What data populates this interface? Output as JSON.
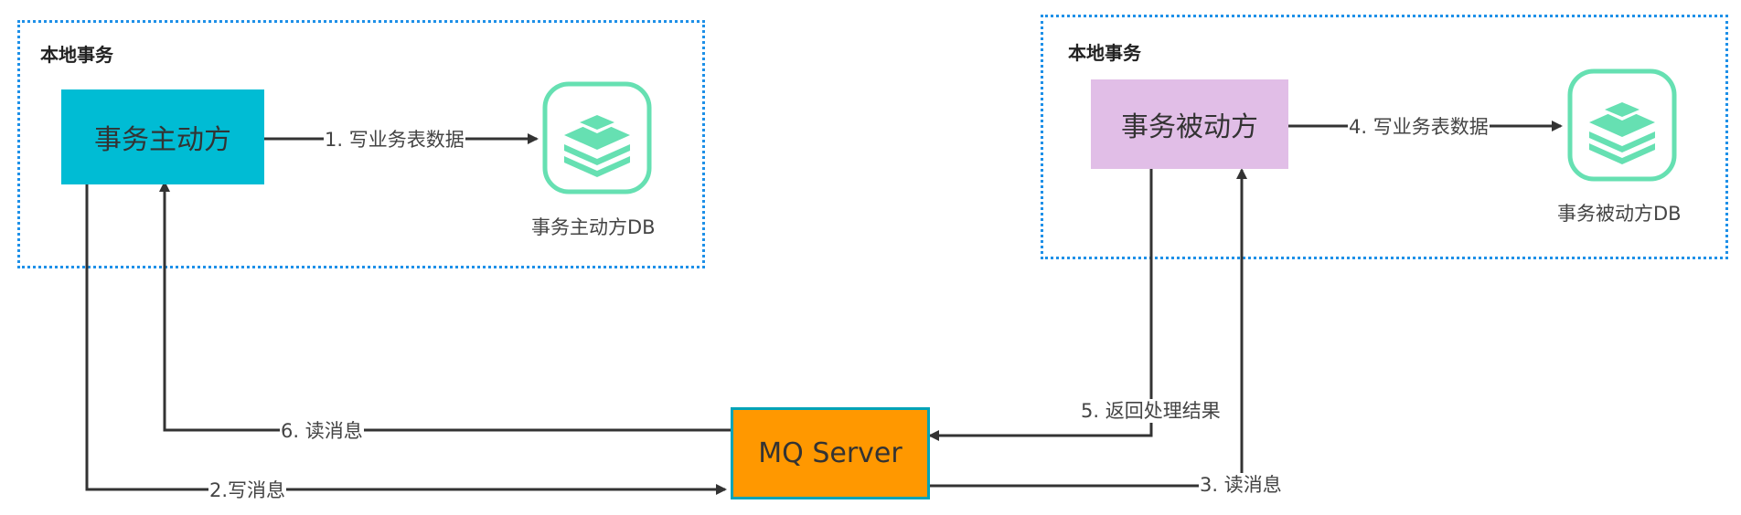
{
  "regions": {
    "left": {
      "label": "本地事务"
    },
    "right": {
      "label": "本地事务"
    }
  },
  "nodes": {
    "initiator": {
      "label": "事务主动方",
      "fill": "#00bcd4"
    },
    "participant": {
      "label": "事务被动方",
      "fill": "#e1bee7"
    },
    "mq": {
      "label": "MQ Server",
      "fill": "#ff9800",
      "border": "#00a3b8"
    },
    "initiator_db": {
      "label": "事务主动方DB",
      "icon": "database-stack-icon",
      "color": "#66e0b2"
    },
    "participant_db": {
      "label": "事务被动方DB",
      "icon": "database-stack-icon",
      "color": "#66e0b2"
    }
  },
  "edges": {
    "e1": "1. 写业务表数据",
    "e2": "2.写消息",
    "e3": "3. 读消息",
    "e4": "4. 写业务表数据",
    "e5": "5. 返回处理结果",
    "e6": "6. 读消息"
  },
  "colors": {
    "region_border": "#1e90e8",
    "arrow": "#333333"
  }
}
